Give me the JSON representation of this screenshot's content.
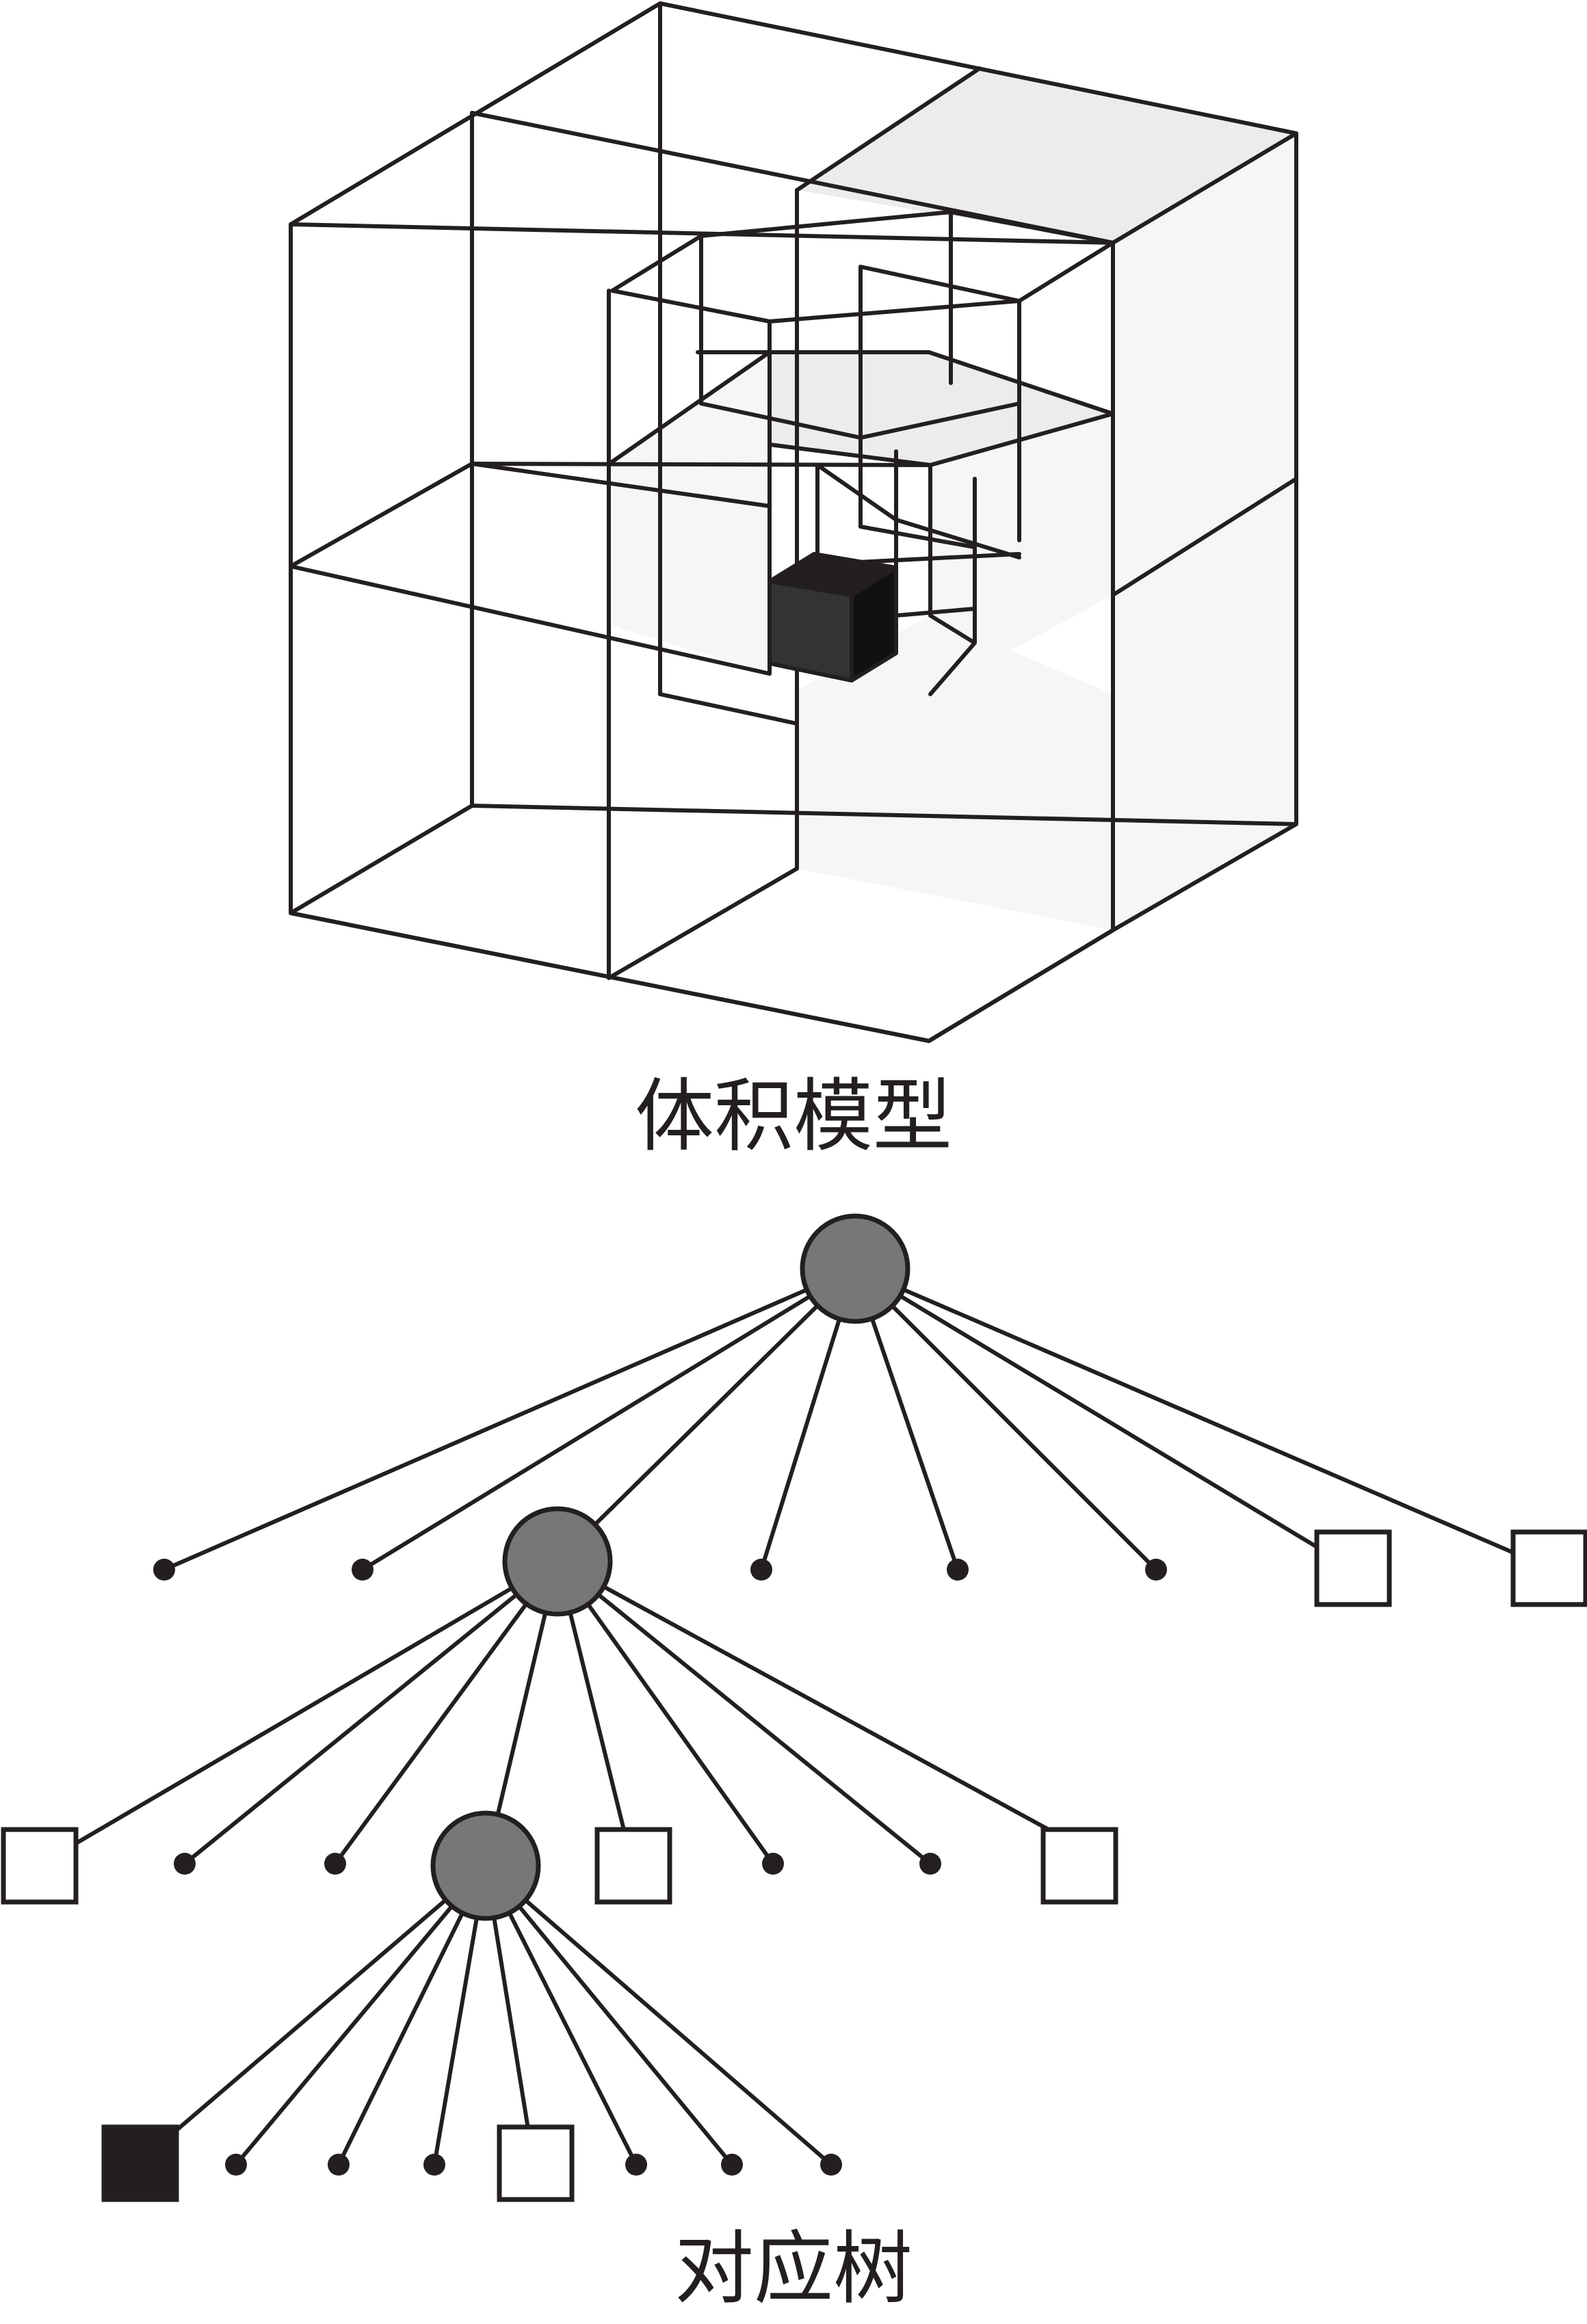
{
  "top_caption": "体积模型",
  "bottom_caption": "对应树",
  "colors": {
    "line": "#231f20",
    "internal_node": "#777777",
    "full_leaf": "#231f20",
    "empty_leaf": "#ffffff",
    "light_face": "#f6f6f6",
    "mid_face": "#ececec",
    "target_cell": "#333333"
  },
  "tree": {
    "levels": [
      {
        "node": "root",
        "children": [
          "point",
          "point",
          "internal-1",
          "point",
          "point",
          "point",
          "empty",
          "empty"
        ]
      },
      {
        "node": "internal-1",
        "children": [
          "empty",
          "point",
          "point",
          "internal-2",
          "empty",
          "point",
          "point",
          "empty"
        ]
      },
      {
        "node": "internal-2",
        "children": [
          "full",
          "point",
          "point",
          "point",
          "empty",
          "point",
          "point",
          "point"
        ]
      }
    ]
  }
}
